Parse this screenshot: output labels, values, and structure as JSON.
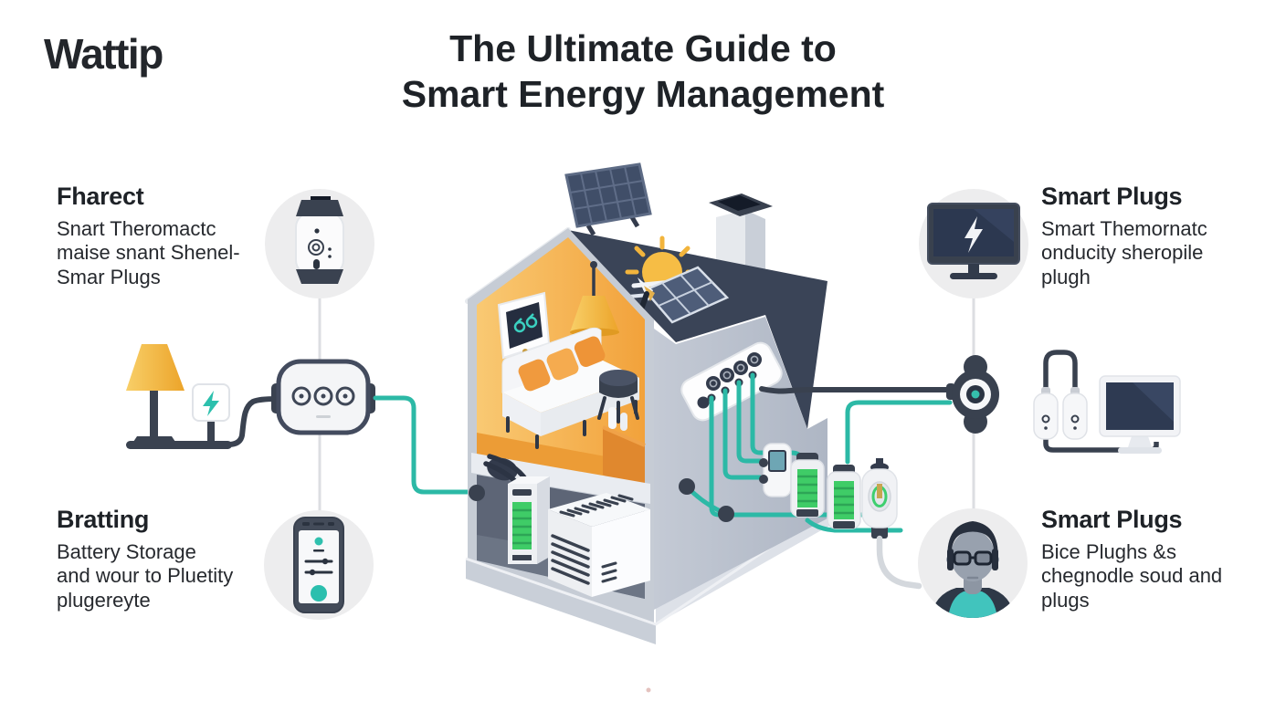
{
  "brand": {
    "logo_text": "Wattip"
  },
  "title": {
    "line1": "The Ultimate Guide to",
    "line2": "Smart Energy Management"
  },
  "callouts": {
    "top_left": {
      "heading": "Fharect",
      "body": "Snart Theromactc\nmaise snant Shenel-\nSmar Plugs",
      "icon": "smart-speaker-icon"
    },
    "bottom_left": {
      "heading": "Bratting",
      "body": "Battery Storage\nand wour to Pluetity\nplugereyte",
      "icon": "smartphone-app-icon"
    },
    "top_right": {
      "heading": "Smart Plugs",
      "body": "Smart Themornatc\nonducity sheropile\nplugh",
      "icon": "tv-lightning-icon"
    },
    "bottom_right": {
      "heading": "Smart Plugs",
      "body": "Bice Plughs &s\nchegnodle soud and\nplugs",
      "icon": "person-avatar-icon"
    }
  },
  "illustration": {
    "name": "smart-home-energy-diagram",
    "house_elements": [
      "rooftop-solar-panel",
      "chimney",
      "sun-icon",
      "mini-solar-panel-icon",
      "wall-thermostat",
      "pendant-lamp",
      "sofa",
      "side-stool",
      "sideboard",
      "wall-control-panel",
      "home-battery",
      "hvac-unit"
    ],
    "connected_devices": [
      "floor-lamp",
      "energy-meter-box",
      "power-strip",
      "smart-speaker",
      "smartphone-app",
      "tv-lightning",
      "camera-knob-device",
      "smart-plug-pair",
      "desktop-monitor",
      "energy-remote",
      "battery-cell",
      "battery-cell",
      "smart-socket",
      "person-avatar"
    ]
  },
  "colors": {
    "accent_teal": "#2cb9a6",
    "roof_navy": "#3a4457",
    "cable_dark": "#39414f",
    "room_orange": "#f6ae4e",
    "battery_green": "#41cd68",
    "lamp_yellow": "#f0b42f",
    "wall_gray": "#c3c9d3",
    "circle_bg": "#ededee",
    "line_gray": "#dcdee2",
    "text": "#1f2328"
  }
}
